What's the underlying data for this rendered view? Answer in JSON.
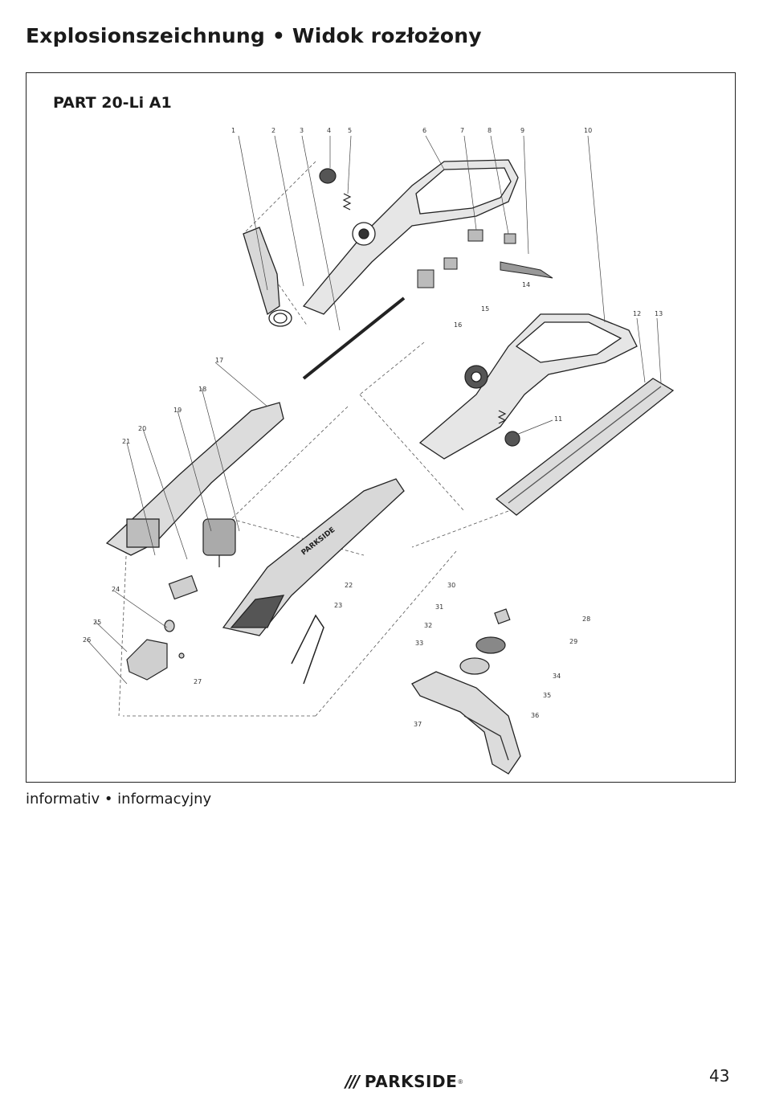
{
  "page": {
    "title": "Explosionszeichnung • Widok rozłożony",
    "model": "PART 20-Li A1",
    "caption": "informativ • informacyjny",
    "page_number": "43",
    "logo": {
      "slashes": "///",
      "text": "PARKSIDE",
      "reg": "®"
    }
  },
  "diagram": {
    "callouts": [
      "1",
      "2",
      "3",
      "4",
      "5",
      "6",
      "7",
      "8",
      "9",
      "10",
      "11",
      "12",
      "13",
      "14",
      "15",
      "16",
      "17",
      "18",
      "19",
      "20",
      "21",
      "22",
      "23",
      "24",
      "25",
      "26",
      "27",
      "28",
      "29",
      "30",
      "31",
      "32",
      "33",
      "34",
      "35",
      "36",
      "37"
    ],
    "product_marking": "PARKSIDE"
  },
  "colors": {
    "ink": "#1a1a1a",
    "line": "#333333",
    "part_fill": "#d8d8d8",
    "part_dark": "#3a3a3a"
  }
}
